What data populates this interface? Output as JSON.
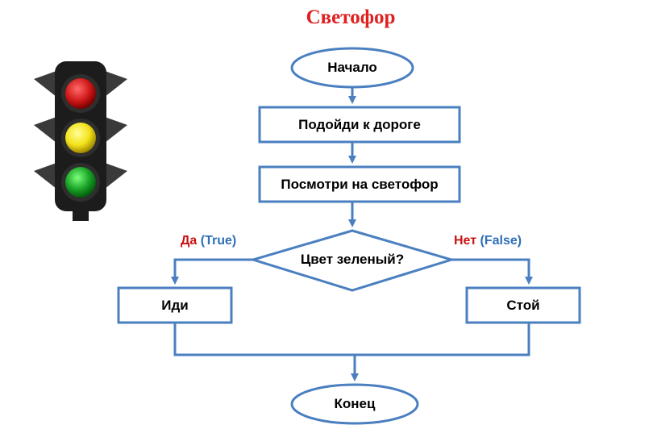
{
  "title": "Светофор",
  "nodes": {
    "start": "Начало",
    "step1": "Подойди к дороге",
    "step2": "Посмотри на светофор",
    "decision": "Цвет зеленый?",
    "go": "Иди",
    "stop": "Стой",
    "end": "Конец"
  },
  "branches": {
    "yes_ru": "Да",
    "yes_en": "(True)",
    "no_ru": "Нет",
    "no_en": "(False)"
  },
  "traffic_light": {
    "lights": [
      "red",
      "yellow",
      "green"
    ],
    "colors": {
      "red": "#d11a1a",
      "yellow": "#f3e21a",
      "green": "#19a326",
      "housing": "#1c1c1c"
    }
  },
  "colors": {
    "line": "#4a7fc0",
    "title": "#e02020",
    "true_label": "#2e6fb6",
    "yes_no_label": "#cc1111"
  }
}
